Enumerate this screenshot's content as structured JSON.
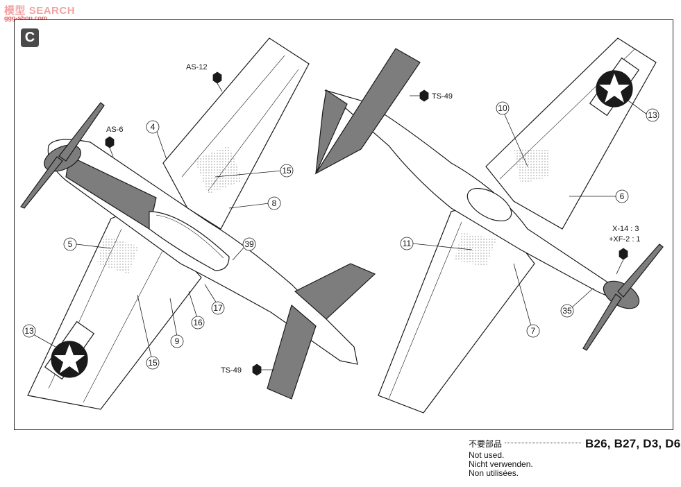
{
  "watermark": {
    "logo": "模型",
    "title": "SEARCH",
    "site": "ggg-shou.com"
  },
  "step_badge": "C",
  "paint_labels": {
    "as12": "AS-12",
    "as6": "AS-6",
    "ts49_top": "TS-49",
    "ts49_bottom": "TS-49",
    "x14": "X-14 : 3",
    "xf2": "+XF-2 : 1"
  },
  "callouts_left": [
    "4",
    "15",
    "8",
    "5",
    "39",
    "13",
    "17",
    "16",
    "9",
    "15"
  ],
  "callouts_right": [
    "10",
    "13",
    "6",
    "11",
    "35",
    "7"
  ],
  "not_used": {
    "ja": "不要部品",
    "en": "Not used.",
    "de": "Nicht verwenden.",
    "fr": "Non utilisées.",
    "parts": "B26, B27, D3, D6"
  },
  "colors": {
    "gray_fill": "#7d7d7d",
    "line": "#1a1a1a",
    "marking": "#1a1a1a"
  }
}
